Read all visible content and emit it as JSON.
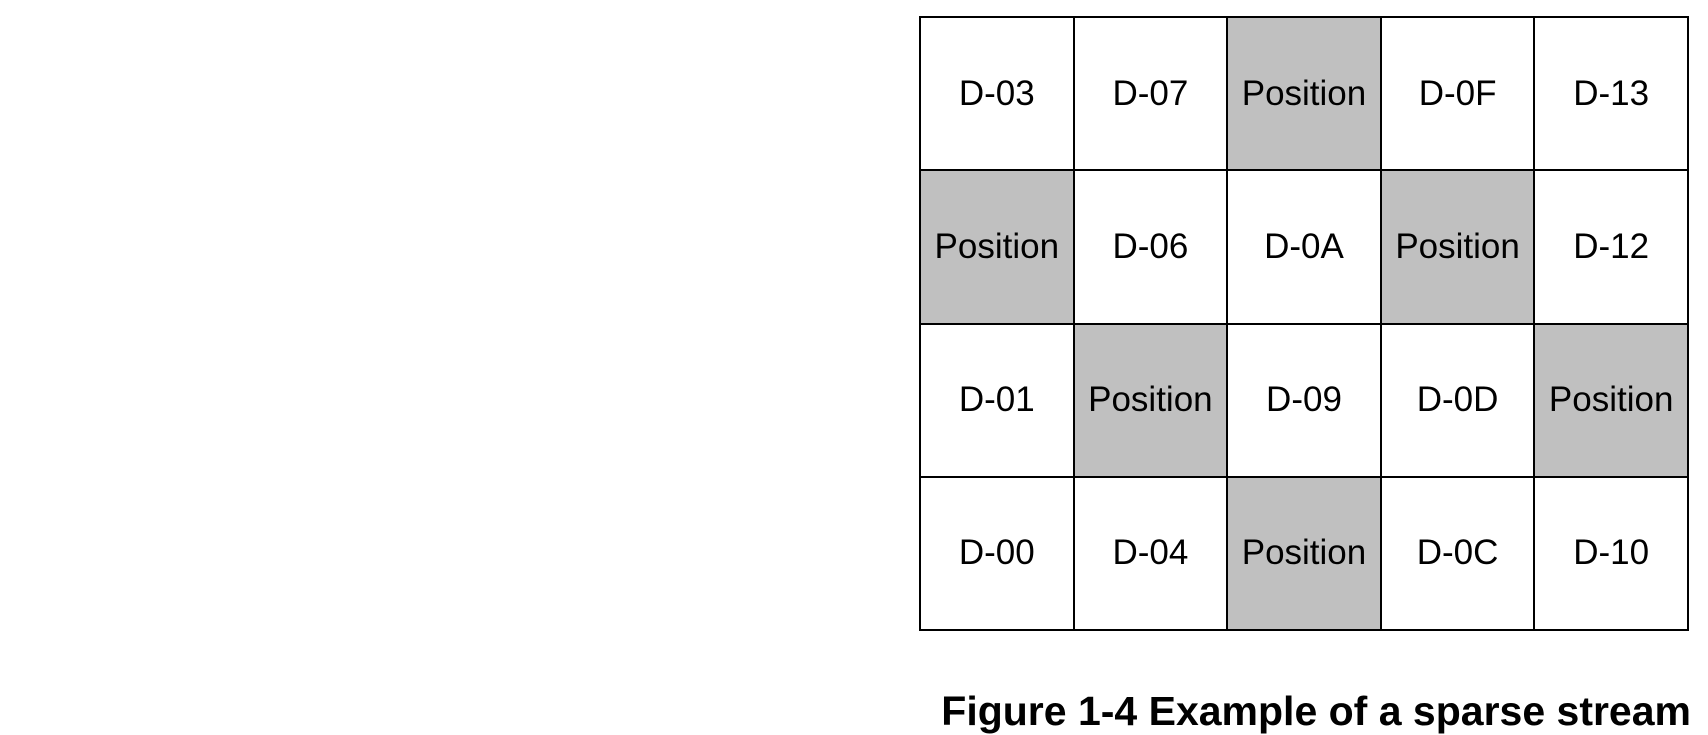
{
  "figure": {
    "caption": "Figure 1-4 Example of a sparse stream",
    "colors": {
      "position_fill": "#c0c0c0",
      "data_fill": "#ffffff",
      "border": "#000000"
    },
    "rows": [
      {
        "cells": [
          {
            "label": "D-03",
            "kind": "data"
          },
          {
            "label": "D-07",
            "kind": "data"
          },
          {
            "label": "Position",
            "kind": "position"
          },
          {
            "label": "D-0F",
            "kind": "data"
          },
          {
            "label": "D-13",
            "kind": "data"
          }
        ]
      },
      {
        "cells": [
          {
            "label": "Position",
            "kind": "position"
          },
          {
            "label": "D-06",
            "kind": "data"
          },
          {
            "label": "D-0A",
            "kind": "data"
          },
          {
            "label": "Position",
            "kind": "position"
          },
          {
            "label": "D-12",
            "kind": "data"
          }
        ]
      },
      {
        "cells": [
          {
            "label": "D-01",
            "kind": "data"
          },
          {
            "label": "Position",
            "kind": "position"
          },
          {
            "label": "D-09",
            "kind": "data"
          },
          {
            "label": "D-0D",
            "kind": "data"
          },
          {
            "label": "Position",
            "kind": "position"
          }
        ]
      },
      {
        "cells": [
          {
            "label": "D-00",
            "kind": "data"
          },
          {
            "label": "D-04",
            "kind": "data"
          },
          {
            "label": "Position",
            "kind": "position"
          },
          {
            "label": "D-0C",
            "kind": "data"
          },
          {
            "label": "D-10",
            "kind": "data"
          }
        ]
      }
    ]
  }
}
